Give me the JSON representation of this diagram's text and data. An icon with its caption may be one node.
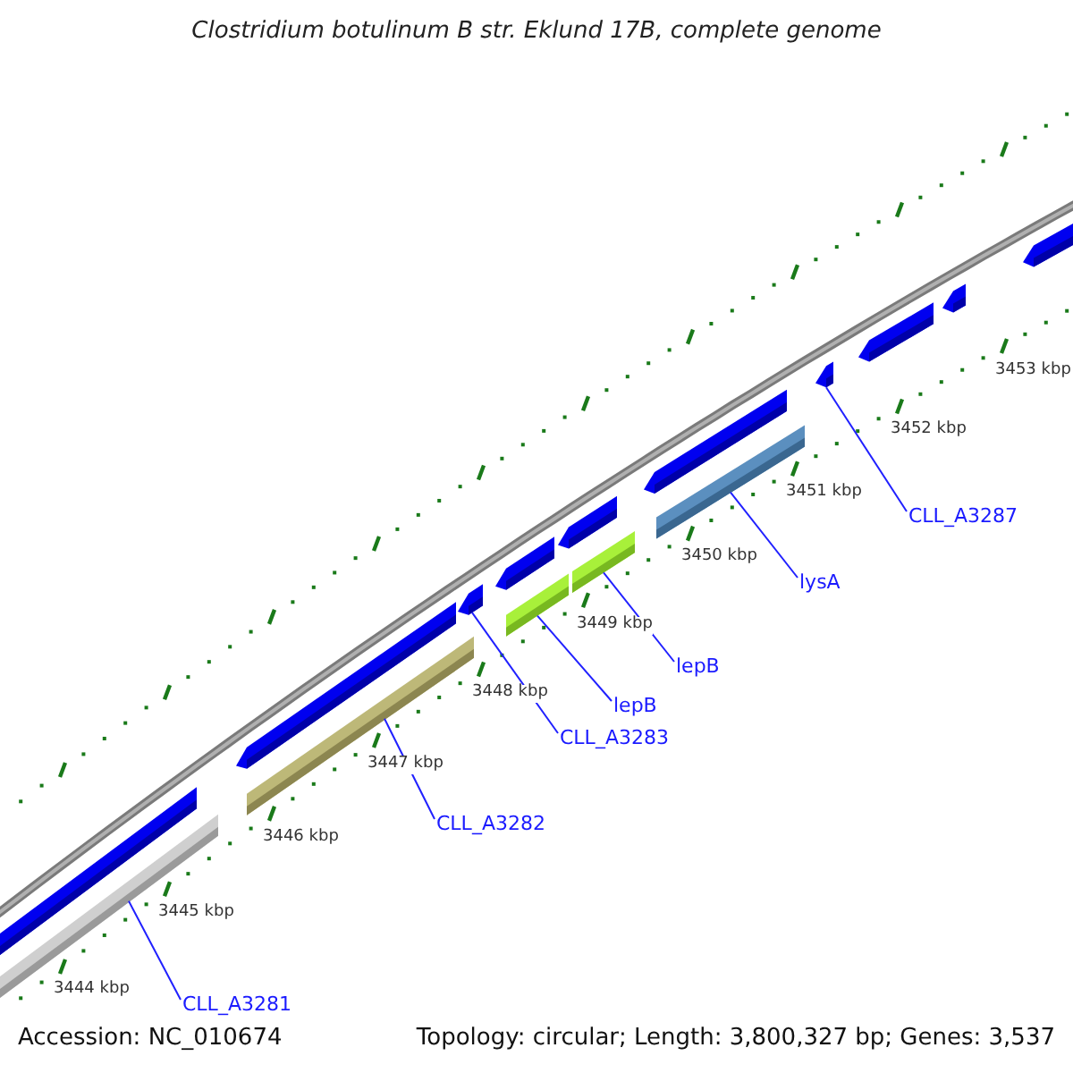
{
  "diagram": {
    "title": "Clostridium botulinum B str. Eklund 17B, complete genome",
    "nodes": [
      {
        "text": [],
        "shape": "bar"
      },
      {
        "text": [],
        "shape": "bar"
      },
      {
        "text": [],
        "shape": "bar"
      },
      {
        "text": [],
        "shape": "bar"
      },
      {
        "text": [],
        "shape": "bar"
      },
      {
        "text": [],
        "shape": "bar"
      },
      {
        "text": [],
        "shape": "bar"
      },
      {
        "text": [],
        "shape": "bar"
      },
      {
        "text": [],
        "shape": "bar"
      },
      {
        "text": [],
        "shape": "bar"
      },
      {
        "text": [],
        "shape": "bar"
      },
      {
        "text": [],
        "shape": "bar"
      },
      {
        "text": [],
        "shape": "bar"
      },
      {
        "text": [],
        "shape": "bar"
      },
      {
        "text": [],
        "shape": "bar"
      },
      {
        "text": [
          "CLL_A3281"
        ]
      },
      {
        "text": [
          "CLL_A3282"
        ]
      },
      {
        "text": [
          "CLL_A3283"
        ]
      },
      {
        "text": [
          "lepB"
        ]
      },
      {
        "text": [
          "lepB"
        ]
      },
      {
        "text": [
          "lysA"
        ]
      },
      {
        "text": [
          "CLL_A3287"
        ]
      }
    ],
    "edges": [
      {
        "from": 15,
        "to": 10,
        "arrow": "none"
      },
      {
        "from": 16,
        "to": 11,
        "arrow": "none"
      },
      {
        "from": 17,
        "to": 2,
        "arrow": "none"
      },
      {
        "from": 18,
        "to": 12,
        "arrow": "none"
      },
      {
        "from": 19,
        "to": 13,
        "arrow": "none"
      },
      {
        "from": 20,
        "to": 14,
        "arrow": "none"
      },
      {
        "from": 21,
        "to": 6,
        "arrow": "none"
      }
    ],
    "labels": [
      "3444 kbp",
      "3445 kbp",
      "3446 kbp",
      "3447 kbp",
      "3448 kbp",
      "3449 kbp",
      "3450 kbp",
      "3451 kbp",
      "3452 kbp",
      "3453 kbp",
      "Accession: NC_010674",
      "Topology: circular; Length: 3,800,327 bp; Genes: 3,537"
    ]
  }
}
